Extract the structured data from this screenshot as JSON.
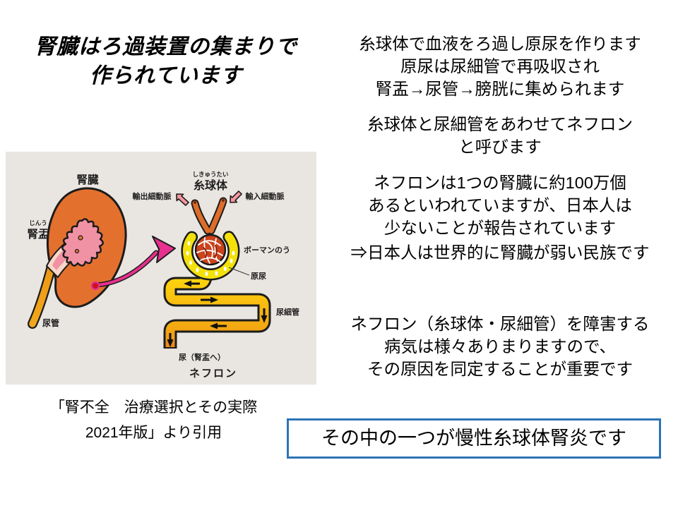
{
  "title": {
    "lines": [
      "腎臓はろ過装置の集まりで",
      "作られています"
    ]
  },
  "right_column": {
    "filtration_lines": [
      "糸球体で血液をろ過し原尿を作ります",
      "原尿は尿細管で再吸収され",
      "腎盂→尿管→膀胱に集められます"
    ],
    "nephron_def_lines": [
      "糸球体と尿細管をあわせてネフロン",
      "と呼びます"
    ],
    "nephron_count_lines": [
      "ネフロンは1つの腎臓に約100万個",
      "あるといわれていますが、日本人は",
      "少ないことが報告されています"
    ],
    "weak_kidney_line": "⇒日本人は世界的に腎臓が弱い民族です",
    "disease_lines": [
      "ネフロン（糸球体・尿細管）を障害する",
      "病気は様々ありまりますので、",
      "その原因を同定することが重要です"
    ],
    "conclusion": "その中の一つが慢性糸球体腎炎です"
  },
  "citation": {
    "lines": [
      "「腎不全　治療選択とその実際",
      "2021年版」より引用"
    ]
  },
  "diagram": {
    "labels": {
      "kidney": "腎臓",
      "renal_pelvis_furigana": "じんう",
      "renal_pelvis": "腎盂",
      "ureter": "尿管",
      "glomerulus_furigana": "しきゅうたい",
      "glomerulus": "糸球体",
      "efferent_arteriole": "輸出細動脈",
      "afferent_arteriole": "輸入細動脈",
      "bowmans_capsule": "ボーマンのう",
      "primary_urine": "原尿",
      "renal_tubule": "尿細管",
      "urine_to_pelvis": "尿（腎盂へ）",
      "nephron": "ネフロン"
    },
    "colors": {
      "background": "#e9e5e1",
      "kidney_orange": "#e4702e",
      "pelvis_pink": "#f192a4",
      "funnel_cream": "#f8d8c8",
      "ureter_orange": "#f3a81c",
      "magenta_arrow": "#e7308f",
      "small_arrow_pink": "#f4979f",
      "capsule_yellow": "#f4e10b",
      "tubule_yellow": "#fdd40e",
      "tubule_orange": "#ef9414",
      "tubule_end_orange": "#ea8c17",
      "glomerulus_red": "#cc431c",
      "vessel_orange": "#dd6d2a",
      "red_dot": "#cc1022",
      "outline_black": "#1c1c1c"
    }
  },
  "colors": {
    "page_background": "#ffffff",
    "text": "#000000",
    "conclusion_border": "#2e74b5"
  }
}
